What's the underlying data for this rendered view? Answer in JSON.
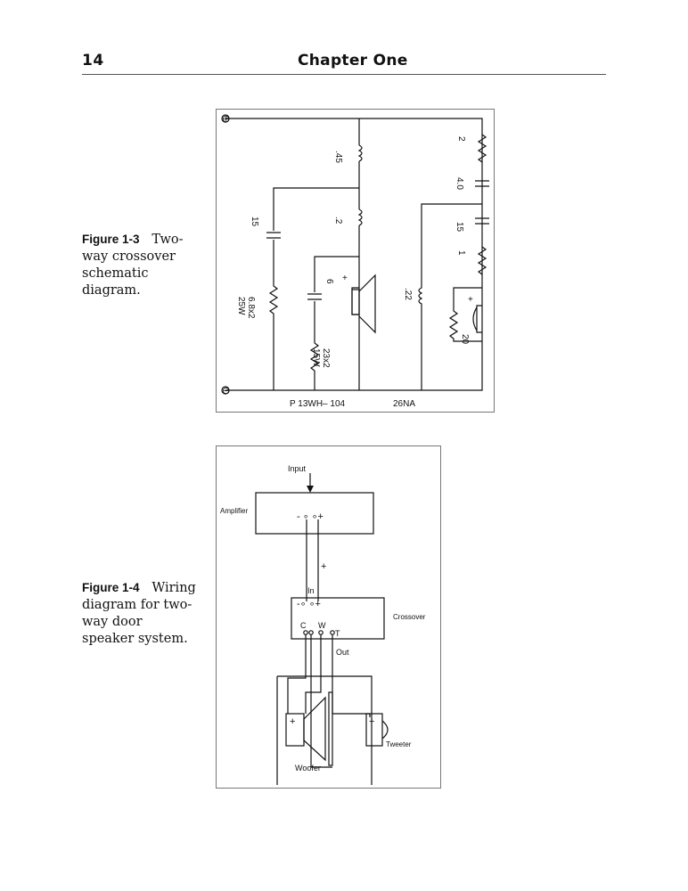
{
  "header": {
    "page_number": "14",
    "chapter_title": "Chapter One"
  },
  "figure_1_3": {
    "label": "Figure 1-3",
    "caption": "Two-way crossover schematic diagram.",
    "labels": {
      "plus": "⊕",
      "minus": "⊖",
      "l1": ".45",
      "l2": ".2",
      "c1": "15",
      "c2": "6",
      "r1": "6.8x2\n25W",
      "r2": "23x2\n15W",
      "d_plus": "+",
      "r3": "2",
      "c3": "4.0",
      "c4": "15",
      "r4": "1",
      "l3": ".22",
      "t_plus": "+",
      "r5": "20",
      "woofer_model": "P 13WH– 104",
      "tweeter_model": "26NA"
    }
  },
  "figure_1_4": {
    "label": "Figure 1-4",
    "caption": "Wiring diagram for two-way door speaker system.",
    "labels": {
      "input": "Input",
      "amplifier": "Amplifier",
      "amp_terminals": "- ∘ ∘+",
      "wire_plus": "+",
      "in": "In",
      "xo_in_terminals": "-∘ ∘+",
      "crossover": "Crossover",
      "c": "C",
      "w": "W",
      "t": "T",
      "out": "Out",
      "woofer": "Woofer",
      "woofer_plus": "+",
      "tweeter": "Tweeter",
      "tweeter_plus": "+"
    }
  }
}
